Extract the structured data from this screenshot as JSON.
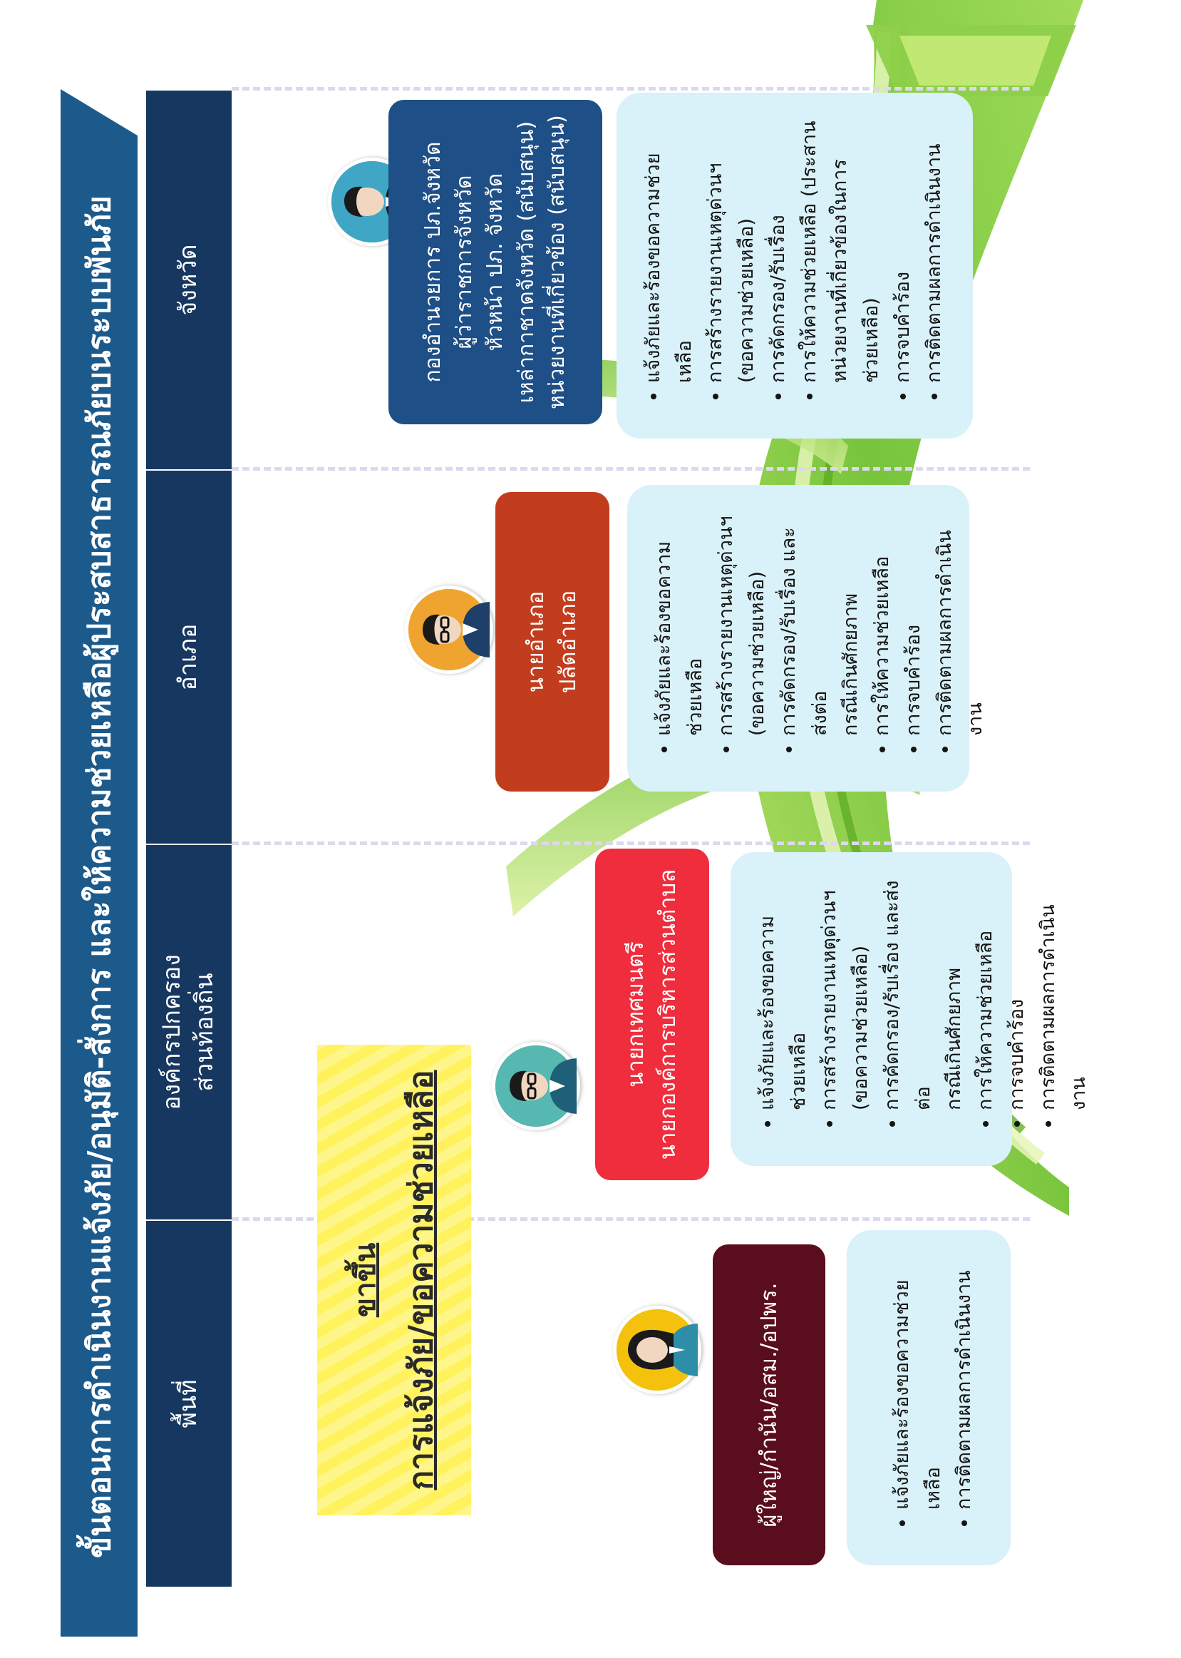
{
  "title": "ขั้นตอนการดำเนินงานแจ้งภัย/อนุมัติ-สั่งการ และให้ความช่วยเหลือผู้ประสบสาธารณภัยบนระบบพันภัย",
  "header": {
    "area": "พื้นที่",
    "local": [
      "องค์กรปกครอง",
      "ส่วนท้องถิ่น"
    ],
    "district": "อำเภอ",
    "province": "จังหวัด"
  },
  "step_box": {
    "line1": "ขาขึ้น",
    "line2": "การแจ้งภัย/ขอความช่วยเหลือ"
  },
  "columns": {
    "area": {
      "roles": [
        "ผู้ใหญ่/กำนัน/อสม./อปพร."
      ],
      "color": "#5a0d1c",
      "items": [
        "แจ้งภัยและร้องขอความช่วยเหลือ",
        "การติดตามผลการดำเนินงาน"
      ]
    },
    "local": {
      "roles": [
        "นายกเทศมนตรี",
        "นายกองค์การบริหารส่วนตำบล"
      ],
      "color": "#ef2d3d",
      "items": [
        [
          "แจ้งภัยและร้องขอความ",
          "ช่วยเหลือ"
        ],
        [
          "การสร้างรายงานเหตุด่วนฯ",
          "(ขอความช่วยเหลือ)"
        ],
        [
          "การคัดกรอง/รับเรื่อง และส่งต่อ",
          "กรณีเกินศักยภาพ"
        ],
        [
          "การให้ความช่วยเหลือ"
        ],
        [
          "การจบคำร้อง"
        ],
        [
          "การติดตามผลการดำเนินงาน"
        ]
      ]
    },
    "district": {
      "roles": [
        "นายอำเภอ",
        "ปลัดอำเภอ"
      ],
      "color": "#c23d1d",
      "items": [
        [
          "แจ้งภัยและร้องขอความ",
          "ช่วยเหลือ"
        ],
        [
          "การสร้างรายงานเหตุด่วนฯ",
          "(ขอความช่วยเหลือ)"
        ],
        [
          "การคัดกรอง/รับเรื่อง และส่งต่อ",
          "กรณีเกินศักยภาพ"
        ],
        [
          "การให้ความช่วยเหลือ"
        ],
        [
          "การจบคำร้อง"
        ],
        [
          "การติดตามผลการดำเนินงาน"
        ]
      ]
    },
    "province": {
      "roles": [
        "กองอำนวยการ ปภ.จังหวัด",
        "ผู้ว่าราชการจังหวัด",
        "หัวหน้า ปภ. จังหวัด",
        "เหล่ากาชาดจังหวัด (สนับสนุน)",
        "หน่วยงานที่เกี่ยวข้อง (สนับสนุน)"
      ],
      "color": "#1e4f86",
      "items": [
        [
          "แจ้งภัยและร้องขอความช่วยเหลือ"
        ],
        [
          "การสร้างรายงานเหตุด่วนฯ",
          "(ขอความช่วยเหลือ)"
        ],
        [
          "การคัดกรอง/รับเรื่อง"
        ],
        [
          "การให้ความช่วยเหลือ (ประสาน",
          "หน่วยงานที่เกี่ยวข้องในการ",
          "ช่วยเหลือ)"
        ],
        [
          "การจบคำร้อง"
        ],
        [
          "การติดตามผลการดำเนินงาน"
        ]
      ]
    }
  },
  "colors": {
    "banner": "#1c5a8c",
    "header": "#16375f",
    "list_bg": "#d9f1f8",
    "yellow": "#fff36a",
    "green": "#7cc63a"
  },
  "icons": [
    "person-female-icon",
    "person-glasses-icon",
    "person-official-icon"
  ]
}
